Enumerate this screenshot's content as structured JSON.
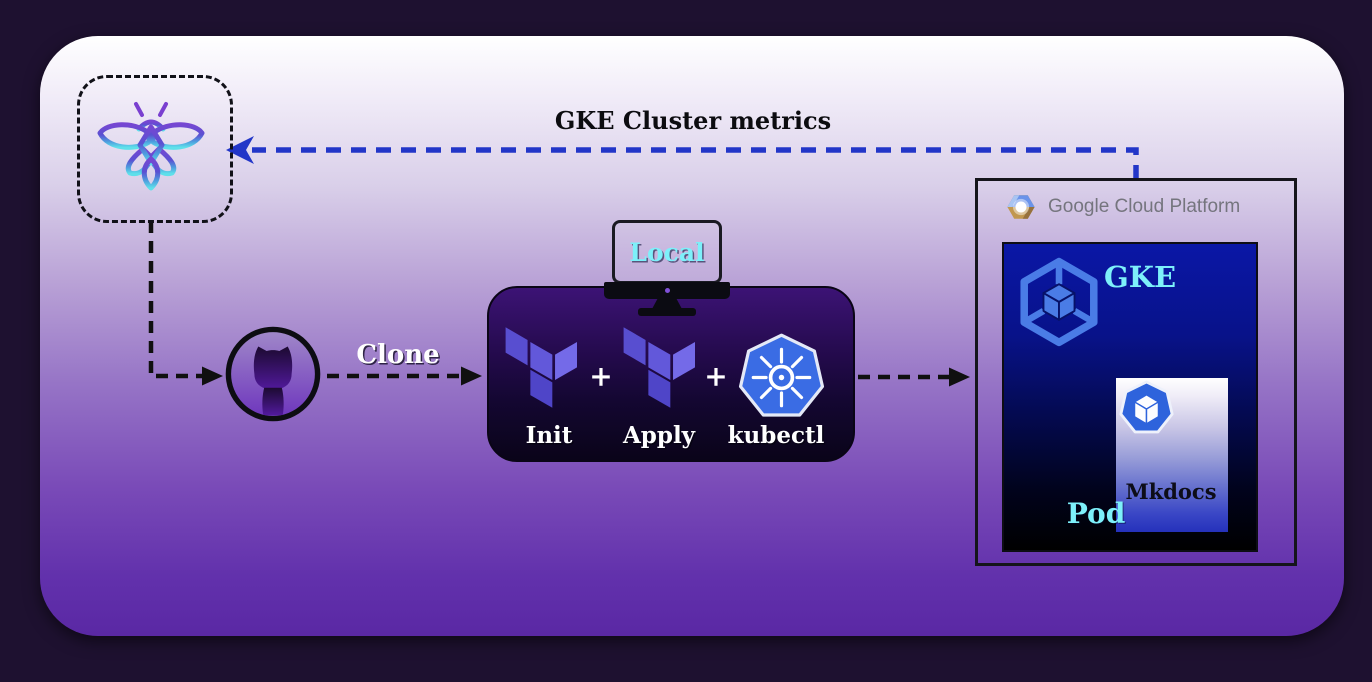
{
  "monitoring": {
    "icon": "firefly-icon",
    "arrow_label": "GKE Cluster metrics"
  },
  "repo": {
    "icon": "github-icon",
    "arrow_label": "Clone"
  },
  "local": {
    "machine_label": "Local",
    "plus": "+",
    "tools": [
      {
        "label": "Init",
        "icon": "terraform-icon"
      },
      {
        "label": "Apply",
        "icon": "terraform-icon"
      },
      {
        "label": "kubectl",
        "icon": "kubernetes-icon"
      }
    ]
  },
  "gcp": {
    "title": "Google Cloud Platform",
    "gke": {
      "label": "GKE",
      "pod_label": "Pod",
      "container_label": "Mkdocs"
    }
  },
  "colors": {
    "outer_background": "#1e1130",
    "panel_bottom_purple": "#5a28a4",
    "metrics_arrow_blue": "#2236c8",
    "flow_arrow_black": "#101010",
    "cyan_text": "#7df0fa",
    "kubernetes_blue": "#3a6ce4",
    "terraform_indigo": "#5c4ee5",
    "gke_box_navy": "#0a17a6",
    "pod_bottom_blue": "#2531bb"
  }
}
